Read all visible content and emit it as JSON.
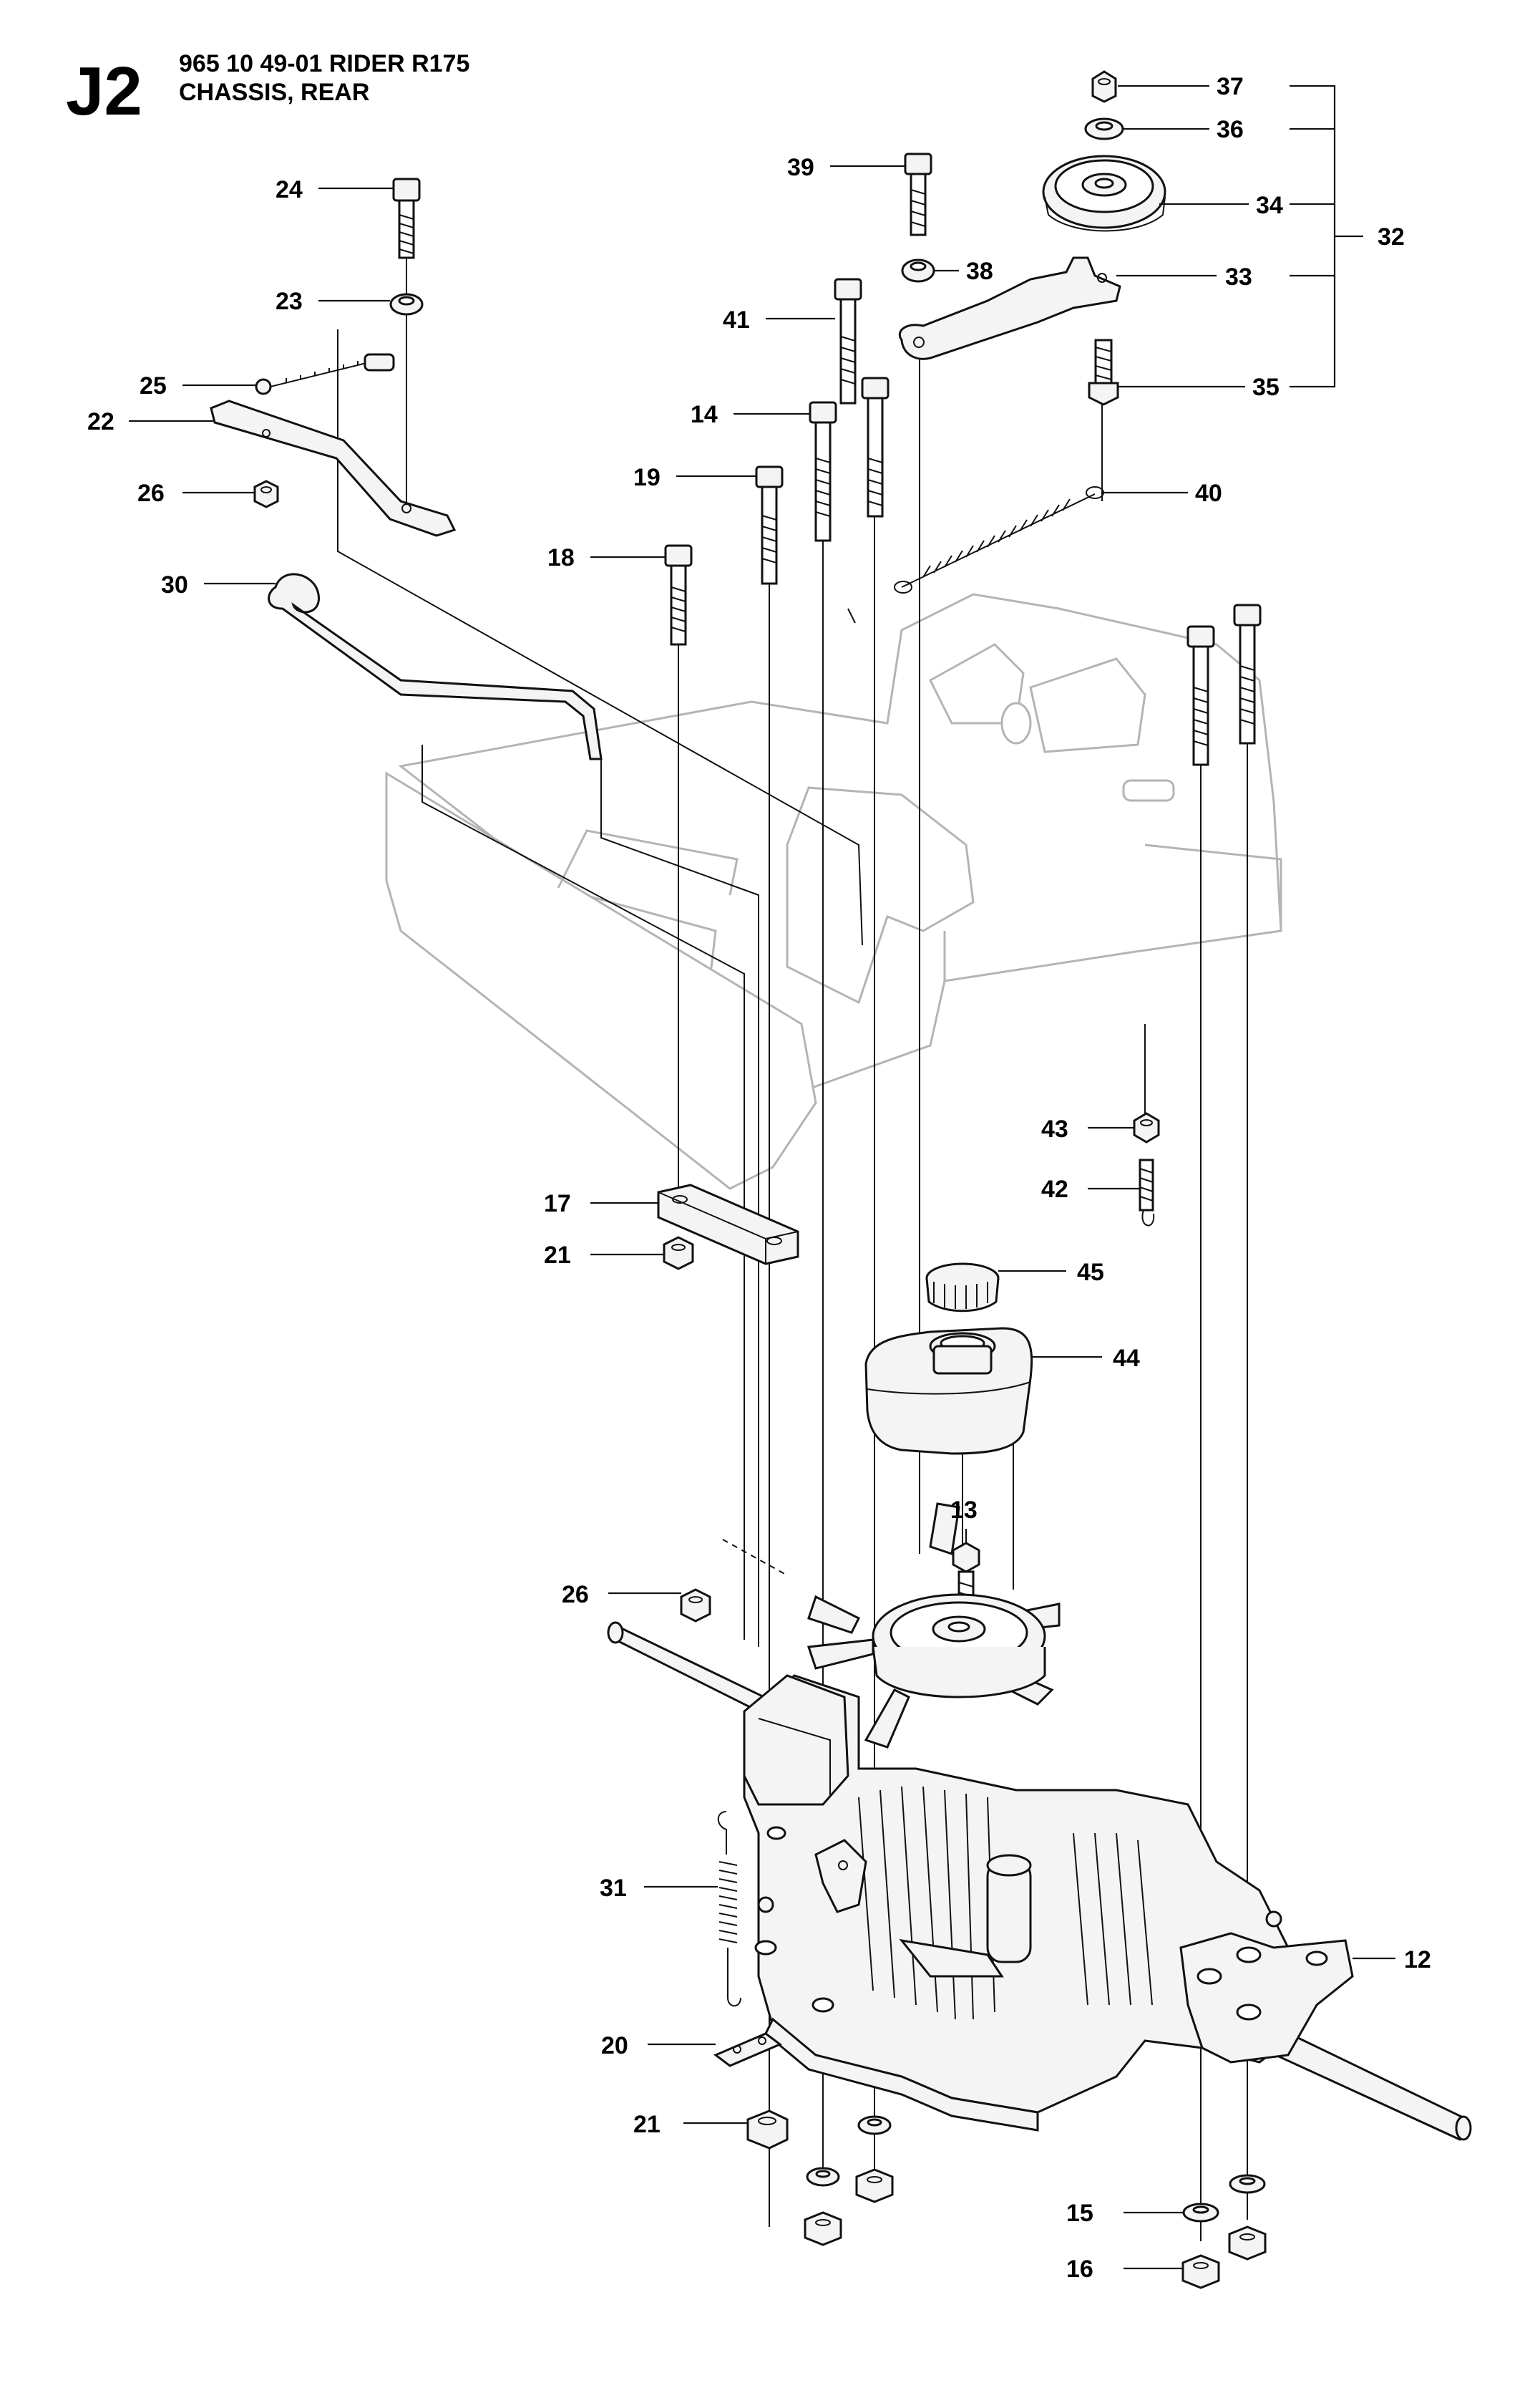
{
  "header": {
    "code": "J2",
    "line1": "965 10 49-01 RIDER R175",
    "line2": "CHASSIS, REAR"
  },
  "callouts": {
    "c12": "12",
    "c13": "13",
    "c14": "14",
    "c15": "15",
    "c16": "16",
    "c17": "17",
    "c18": "18",
    "c19": "19",
    "c20": "20",
    "c21a": "21",
    "c21b": "21",
    "c22": "22",
    "c23": "23",
    "c24": "24",
    "c25": "25",
    "c26a": "26",
    "c26b": "26",
    "c30": "30",
    "c31": "31",
    "c32": "32",
    "c33": "33",
    "c34": "34",
    "c35": "35",
    "c36": "36",
    "c37": "37",
    "c38": "38",
    "c39": "39",
    "c40": "40",
    "c41": "41",
    "c42": "42",
    "c43": "43",
    "c44": "44",
    "c45": "45"
  }
}
